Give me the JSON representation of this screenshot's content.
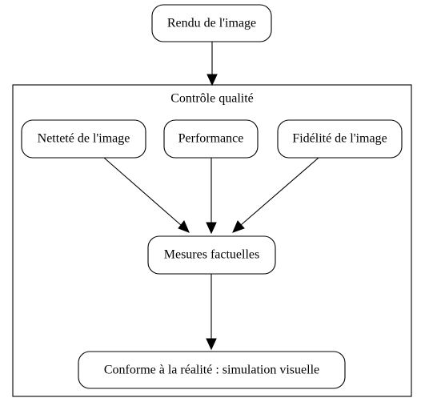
{
  "diagram": {
    "nodes": {
      "rendu": "Rendu de l'image",
      "nettete": "Netteté de l'image",
      "performance": "Performance",
      "fidelite": "Fidélité de l'image",
      "mesures": "Mesures factuelles",
      "conforme": "Conforme à la réalité : simulation visuelle"
    },
    "cluster": {
      "label": "Contrôle qualité"
    },
    "edges": [
      {
        "from": "rendu",
        "to": "cluster"
      },
      {
        "from": "nettete",
        "to": "mesures"
      },
      {
        "from": "performance",
        "to": "mesures"
      },
      {
        "from": "fidelite",
        "to": "mesures"
      },
      {
        "from": "mesures",
        "to": "conforme"
      }
    ]
  }
}
